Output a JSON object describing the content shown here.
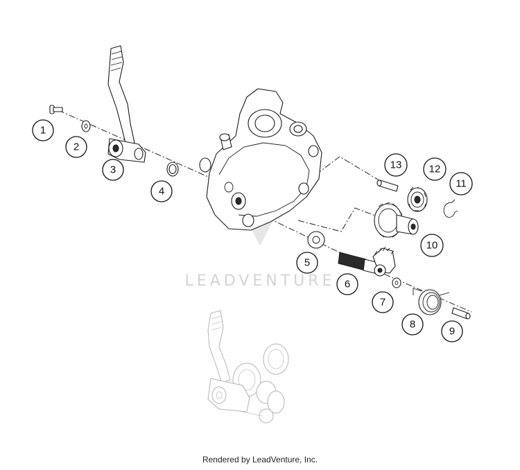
{
  "callouts": [
    {
      "label": "1"
    },
    {
      "label": "2"
    },
    {
      "label": "3"
    },
    {
      "label": "4"
    },
    {
      "label": "5"
    },
    {
      "label": "6"
    },
    {
      "label": "7"
    },
    {
      "label": "8"
    },
    {
      "label": "9"
    },
    {
      "label": "10"
    },
    {
      "label": "11"
    },
    {
      "label": "12"
    },
    {
      "label": "13"
    }
  ],
  "watermark": "LEADVENTURE",
  "footer": "Rendered by LeadVenture, Inc.",
  "colors": {
    "line": "#1a1a1a",
    "ghost": "#b4b4b4",
    "watermark": "#d4d4d4"
  }
}
